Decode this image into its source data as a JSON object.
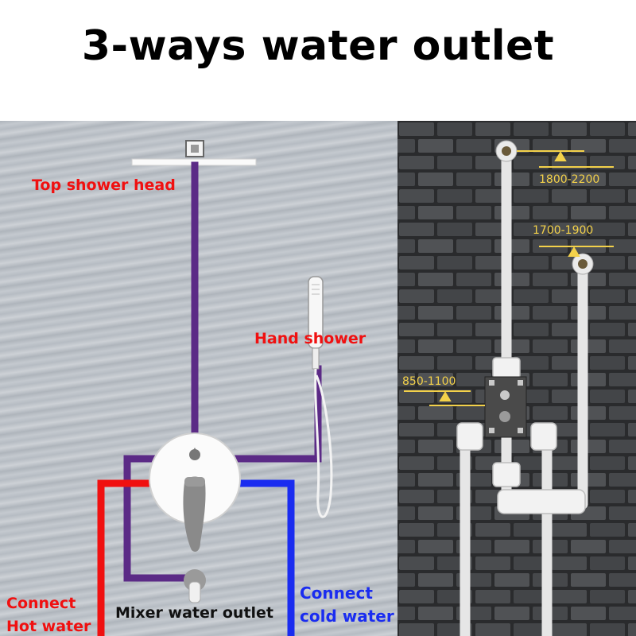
{
  "title": "3-ways water outlet",
  "left_panel": {
    "labels": {
      "top_shower_head": "Top shower head",
      "hand_shower": "Hand shower",
      "connect_hot": "Connect",
      "hot_water": "Hot water",
      "mixer_outlet": "Mixer water outlet",
      "connect_cold": "Connect",
      "cold_water": "cold water"
    },
    "colors": {
      "outlet_pipe": "#5b2a86",
      "hot_pipe": "#f01010",
      "cold_pipe": "#1a2cf0",
      "hot_label": "#f01010",
      "cold_label": "#1a2cf0"
    }
  },
  "right_panel": {
    "dimensions": {
      "top_outlet": "1800-2200",
      "hand_outlet": "1700-1900",
      "valve": "850-1100"
    },
    "colors": {
      "wall": "#2e2f31",
      "brick": "#4a4c4f",
      "dimension_marker": "#f3d14a",
      "pipe": "#e6e6e6"
    }
  }
}
